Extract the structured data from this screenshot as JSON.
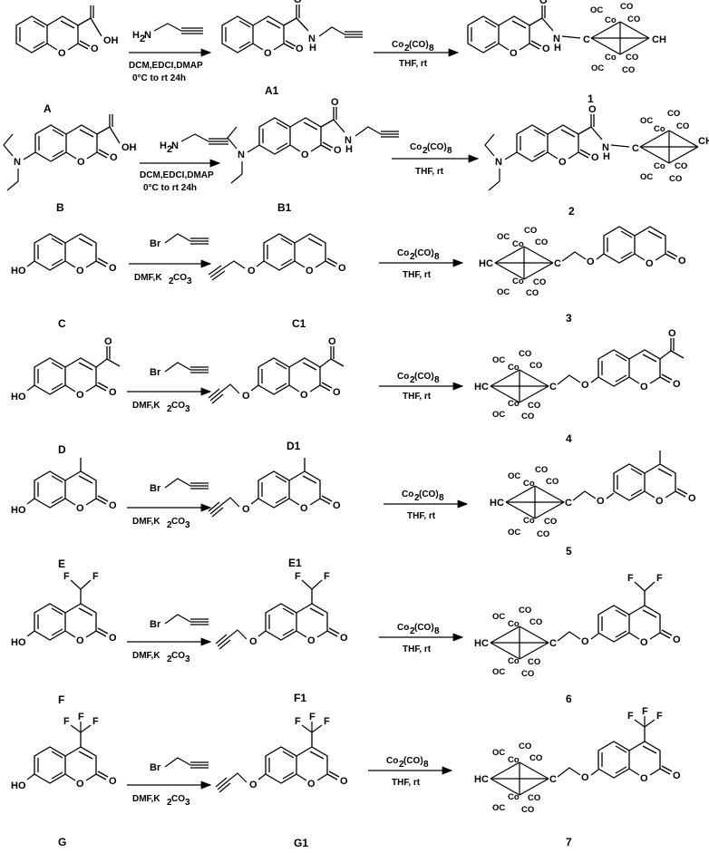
{
  "reagents": {
    "propargylamine_nh2": "H",
    "propargylamine_n": "N",
    "propargyl_br": "Br",
    "cobalt": "Co",
    "carbonyl": "CO",
    "carbonyl_left": "OC"
  },
  "conditions": {
    "amide_line1": "DCM,EDCI,DMAP",
    "amide_line2": "0°C to rt 24h",
    "alkylation": "DMF,K",
    "alkylation_sub": "2",
    "alkylation_tail": "CO",
    "alkylation_sub2": "3",
    "co_reagent_a": "Co",
    "co_reagent_sub1": "2",
    "co_reagent_b": "(CO)",
    "co_reagent_sub2": "8",
    "co_solvent": "THF, rt"
  },
  "rows": [
    {
      "start": "A",
      "mid": "A1",
      "product": "1"
    },
    {
      "start": "B",
      "mid": "B1",
      "product": "2"
    },
    {
      "start": "C",
      "mid": "C1",
      "product": "3"
    },
    {
      "start": "D",
      "mid": "D1",
      "product": "4"
    },
    {
      "start": "E",
      "mid": "E1",
      "product": "5"
    },
    {
      "start": "F",
      "mid": "F1",
      "product": "6"
    },
    {
      "start": "G",
      "mid": "G1",
      "product": "7"
    }
  ],
  "atoms": {
    "O": "O",
    "OH": "OH",
    "HO": "HO",
    "N": "N",
    "NH": "H",
    "F": "F",
    "C": "C",
    "HC": "HC",
    "CH": "CH",
    "H2": "2"
  }
}
